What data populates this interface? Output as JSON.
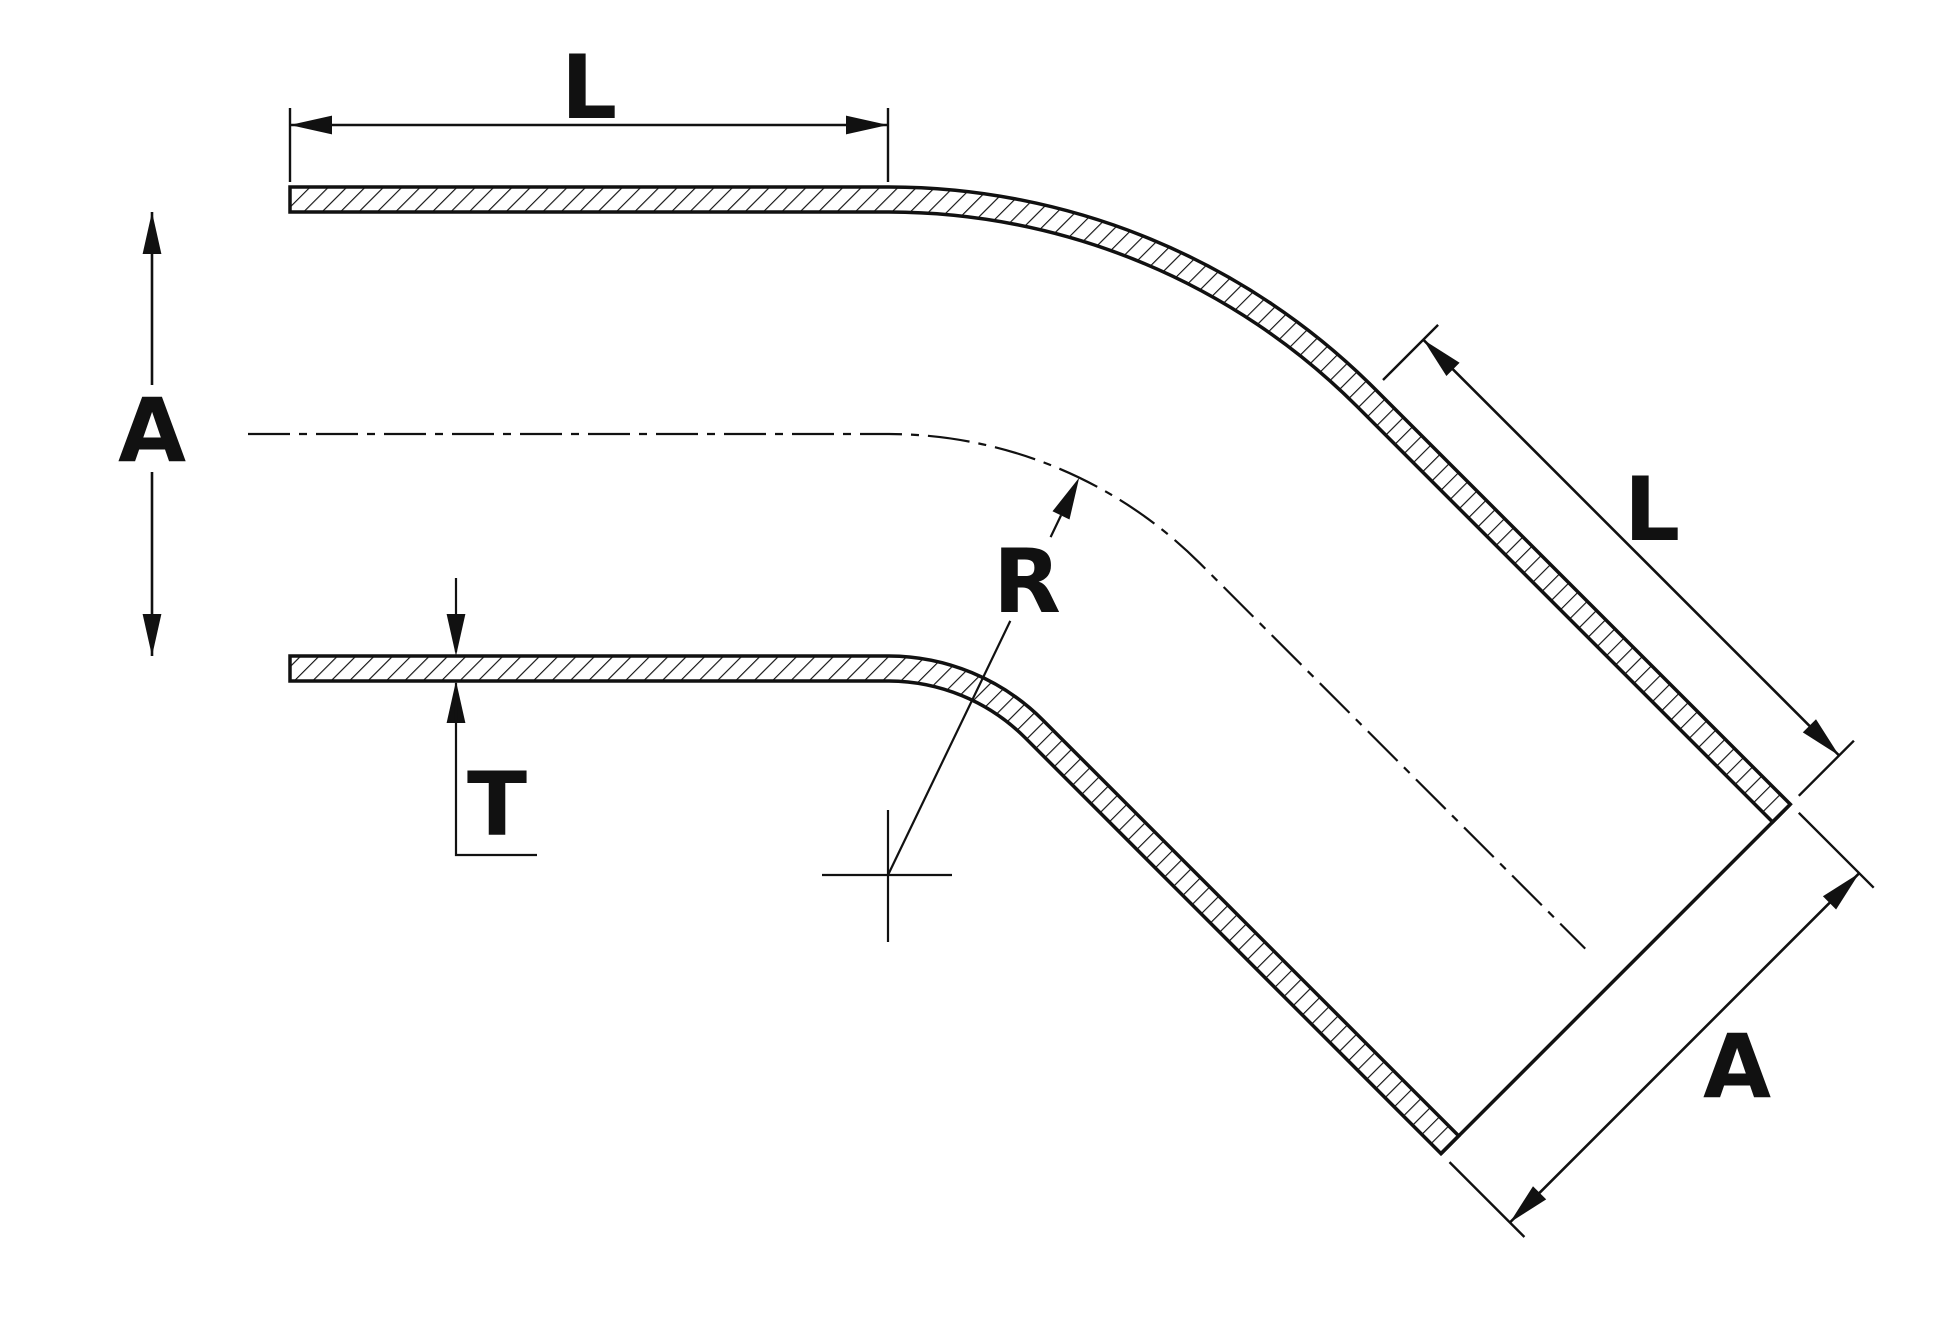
{
  "drawing": {
    "description": "Technical dimension drawing of a 45-degree elbow hose coupler",
    "colors": {
      "line": "#111111",
      "background": "#ffffff"
    },
    "labels": {
      "top_length": "L",
      "left_diameter": "A",
      "wall_thickness": "T",
      "bend_radius": "R",
      "diagonal_length": "L",
      "end_diameter": "A"
    }
  }
}
